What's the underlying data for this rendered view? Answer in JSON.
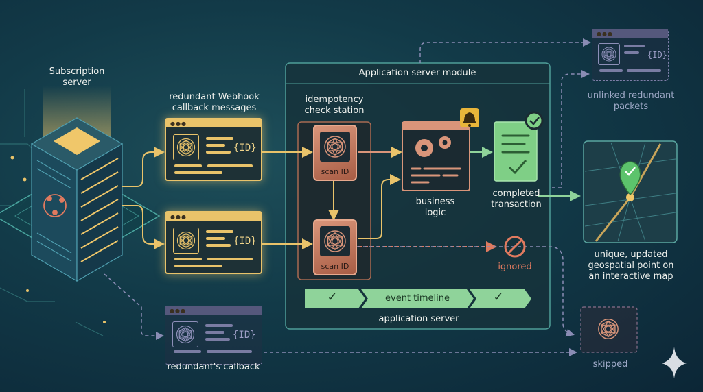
{
  "subscription_server": {
    "label": "Subscription\nserver"
  },
  "webhook_messages": {
    "label": "redundant Webhook\ncallback messages",
    "id_text": "{ID}"
  },
  "redundant_callback": {
    "label": "redundant's callback",
    "id_text": "{ID}"
  },
  "module": {
    "title": "Application server module",
    "footer": "application server"
  },
  "check_station": {
    "label": "idempotency\ncheck station",
    "scan_text": "scan ID"
  },
  "business_logic": {
    "label": "business\nlogic"
  },
  "completed": {
    "label": "completed\ntransaction"
  },
  "ignored": {
    "label": "ignored"
  },
  "timeline": {
    "label": "event timeline",
    "check": "✓"
  },
  "unlinked": {
    "label": "unlinked redundant\npackets",
    "id_text": "{ID}"
  },
  "map": {
    "label": "unique, updated\ngeospatial point on\nan interactive map"
  },
  "skipped": {
    "label": "skipped"
  },
  "colors": {
    "gold": "#e9c36a",
    "copper": "#d9957a",
    "green": "#7fcf86",
    "red": "#e07a5f",
    "dim": "#9ea9c7"
  },
  "icons": [
    "server-icon",
    "window-dots-icon",
    "lattice-icon",
    "gear-icon",
    "bell-icon",
    "checkmark-icon",
    "prohibited-icon",
    "map-pin-icon",
    "sparkle-icon"
  ]
}
